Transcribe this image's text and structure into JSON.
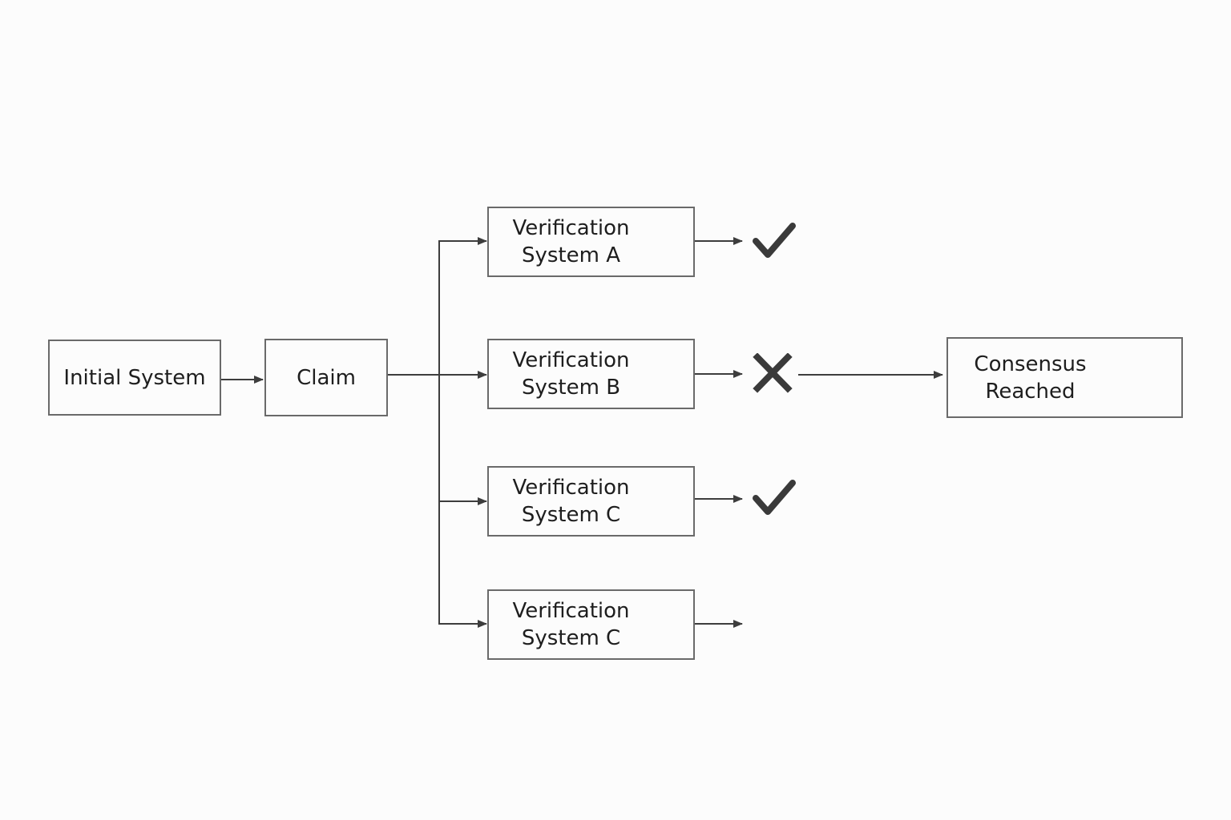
{
  "diagram": {
    "nodes": {
      "initial_system": {
        "label": "Initial System"
      },
      "claim": {
        "label": "Claim"
      },
      "verification_a": {
        "line1": "Verification",
        "line2": "System A",
        "status": "check-icon"
      },
      "verification_b": {
        "line1": "Verification",
        "line2": "System B",
        "status": "cross-icon"
      },
      "verification_c1": {
        "line1": "Verification",
        "line2": "System C",
        "status": "check-icon"
      },
      "verification_c2": {
        "line1": "Verification",
        "line2": "System C",
        "status": ""
      },
      "consensus": {
        "line1": "Consensus",
        "line2": "Reached"
      }
    },
    "colors": {
      "line": "#3d3d3d",
      "box_border": "#6a6a6a",
      "text": "#1e1e1e",
      "icon": "#3a3a3a",
      "background": "#fcfcfc"
    }
  }
}
